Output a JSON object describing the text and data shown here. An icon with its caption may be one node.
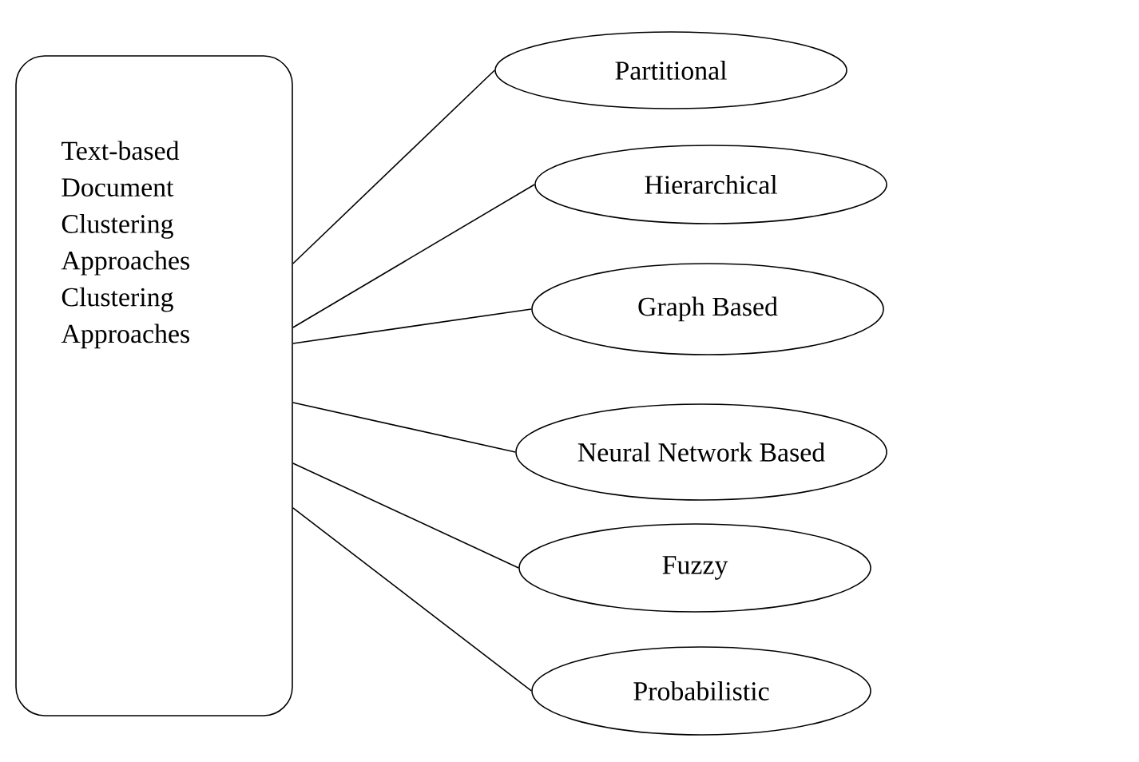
{
  "diagram": {
    "nodes": [
      {
        "text": [
          "Text-based Document Clustering Approaches Clustering Approaches"
        ]
      },
      {
        "text": [
          "Partitional"
        ]
      },
      {
        "text": [
          "Hierarchical"
        ]
      },
      {
        "text": [
          "Graph Based"
        ]
      },
      {
        "text": [
          "Neural Network Based"
        ]
      },
      {
        "text": [
          "Fuzzy"
        ]
      },
      {
        "text": [
          "Probabilistic"
        ]
      }
    ],
    "edges": [
      {
        "from": 0,
        "to": 1,
        "arrow": "none"
      },
      {
        "from": 0,
        "to": 2,
        "arrow": "none"
      },
      {
        "from": 0,
        "to": 3,
        "arrow": "none"
      },
      {
        "from": 0,
        "to": 4,
        "arrow": "none"
      },
      {
        "from": 0,
        "to": 5,
        "arrow": "none"
      },
      {
        "from": 0,
        "to": 6,
        "arrow": "none"
      }
    ]
  }
}
